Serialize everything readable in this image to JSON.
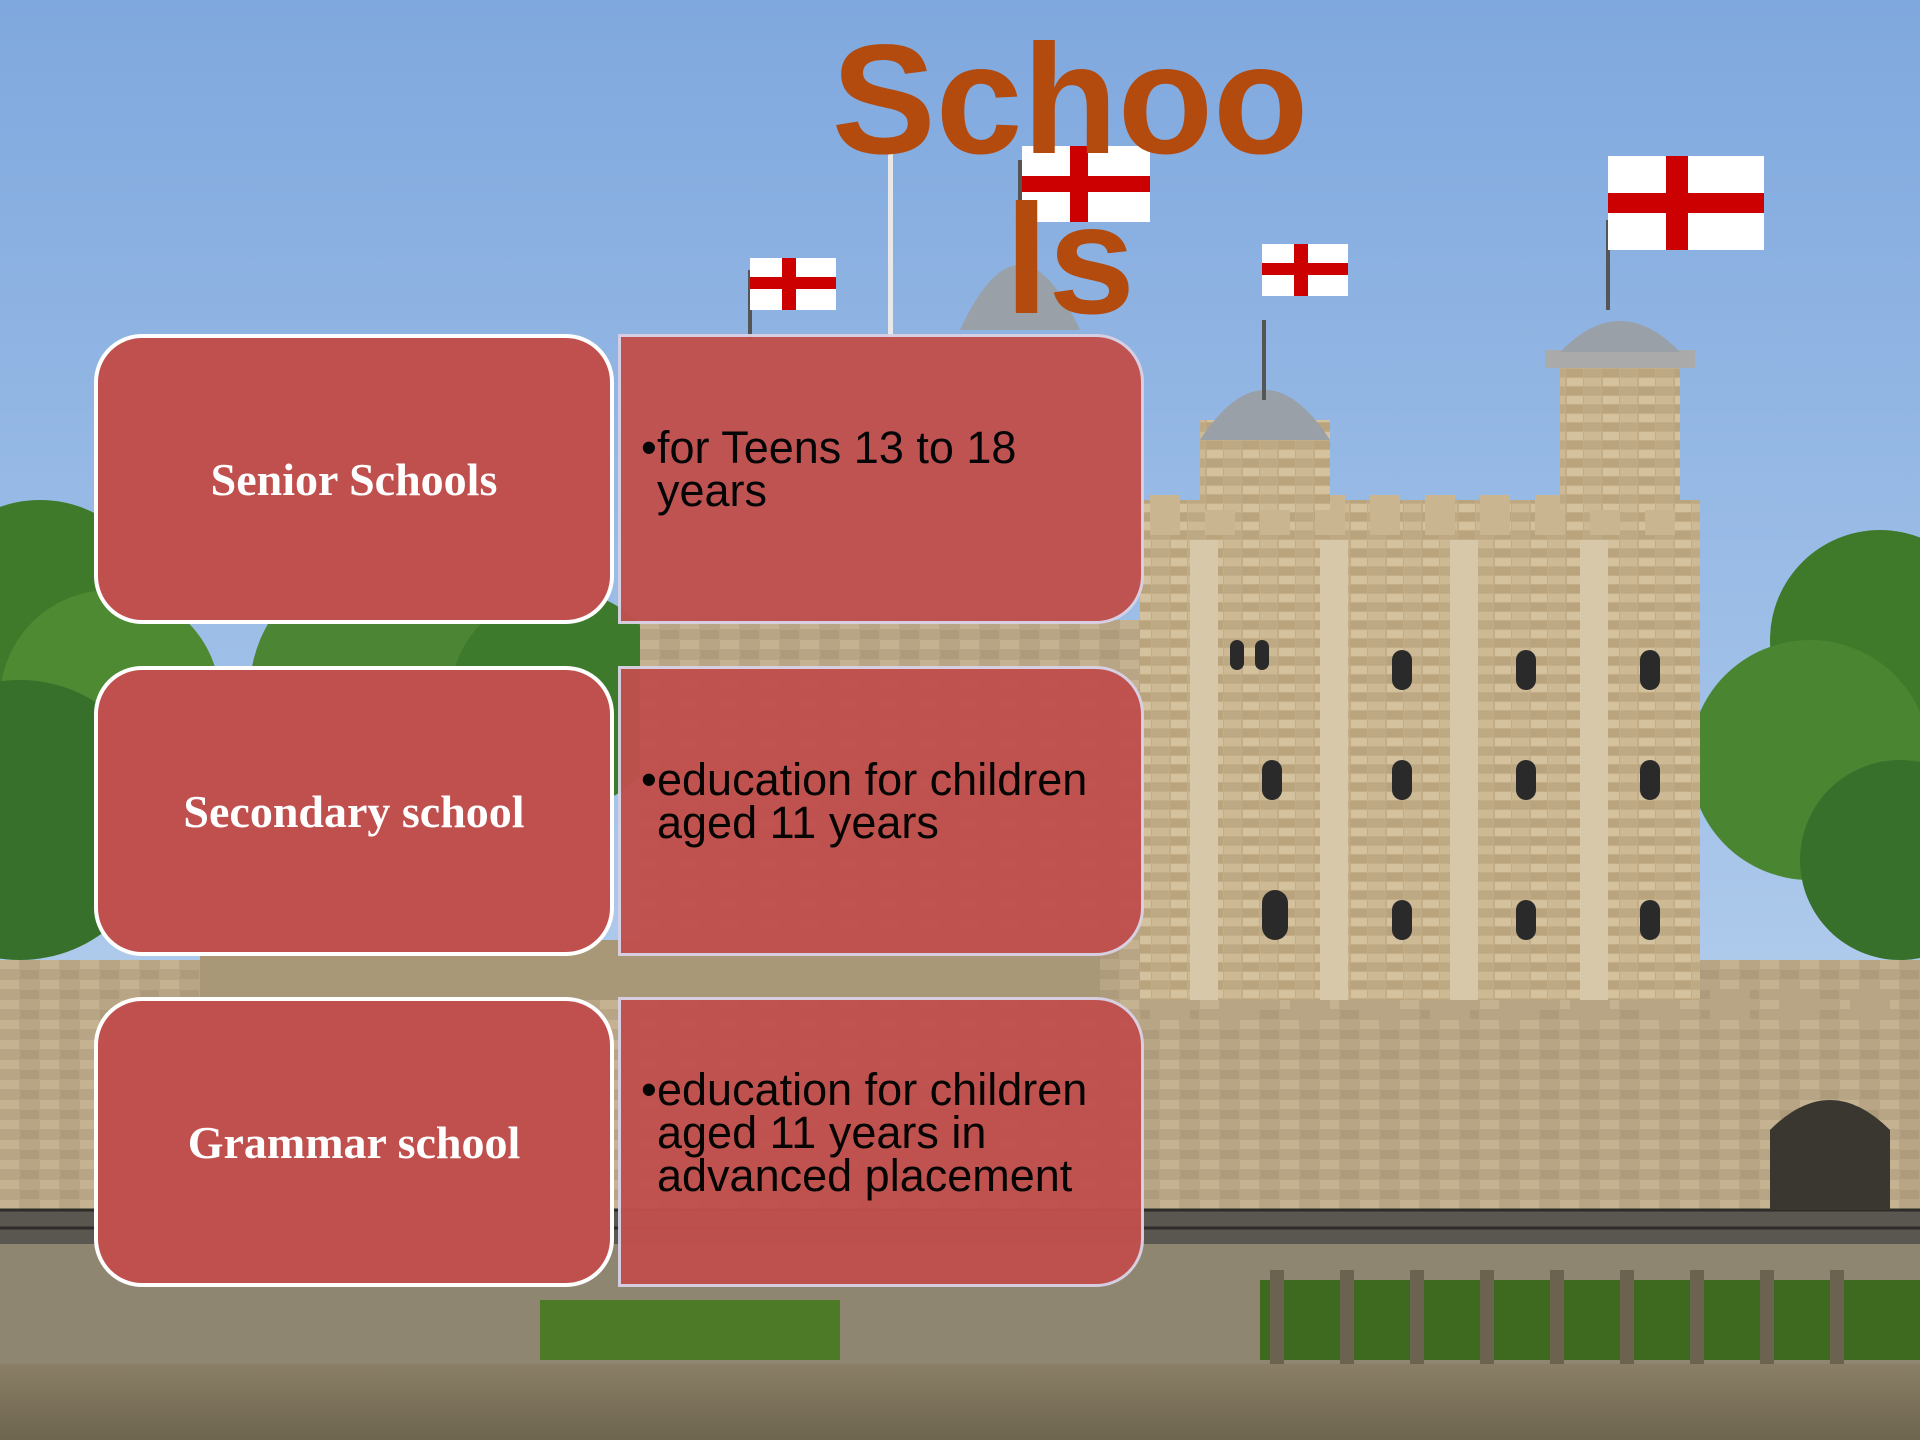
{
  "title": "Schools",
  "rows": [
    {
      "label": "Senior Schools",
      "bullet": "•",
      "description": "for Teens 13 to 18 years"
    },
    {
      "label": "Secondary school",
      "bullet": "•",
      "description": "education for children aged 11 years"
    },
    {
      "label": "Grammar school",
      "bullet": "•",
      "description": "education for children aged 11 years in advanced placement"
    }
  ],
  "colors": {
    "title": "#b34a0e",
    "box_fill": "#c0504d",
    "box_border": "#ffffff",
    "sky": "#8fb3e0",
    "stone": "#c4b08a",
    "flag_cross": "#cc0000"
  },
  "icons": [
    "st-george-flag-icon",
    "castle-photo"
  ]
}
